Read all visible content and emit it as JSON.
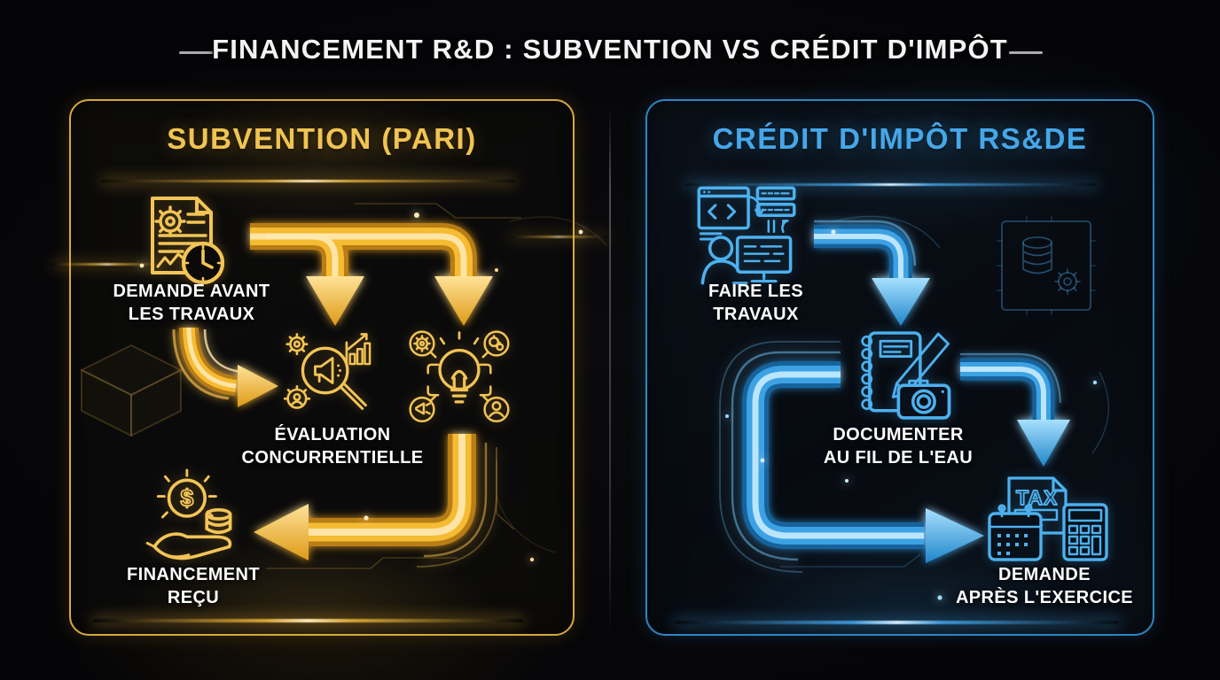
{
  "title": "FINANCEMENT R&D : SUBVENTION VS CRÉDIT D'IMPÔT",
  "colors": {
    "gold_accent": "#F2C14E",
    "gold_arrow": "#F5BB33",
    "blue_accent": "#45A6E8",
    "blue_arrow": "#3EA2E4",
    "background": "#060608",
    "text_white": "#F5F5F5"
  },
  "left_panel": {
    "title": "SUBVENTION (PARI)",
    "theme": "gold",
    "steps": [
      {
        "id": "demande-avant",
        "line1": "DEMANDE AVANT",
        "line2": "LES TRAVAUX",
        "icon": "document-gear-clock-icon"
      },
      {
        "id": "evaluation",
        "line1": "ÉVALUATION",
        "line2": "CONCURRENTIELLE",
        "icon": "magnifier-megaphone-icon",
        "icon2": "lightbulb-network-icon"
      },
      {
        "id": "financement",
        "line1": "FINANCEMENT",
        "line2": "REÇU",
        "icon": "hand-coins-icon",
        "icon_text": "$"
      }
    ]
  },
  "right_panel": {
    "title": "CRÉDIT D'IMPÔT RS&DE",
    "theme": "blue",
    "steps": [
      {
        "id": "faire-travaux",
        "line1": "FAIRE LES",
        "line2": "TRAVAUX",
        "icon": "developer-workstation-icon"
      },
      {
        "id": "documenter",
        "line1": "DOCUMENTER",
        "line2": "AU FIL DE L'EAU",
        "icon": "notebook-pen-camera-icon"
      },
      {
        "id": "demande-apres",
        "line1": "DEMANDE",
        "line2": "APRÈS L'EXERCICE",
        "icon": "tax-calculator-icon",
        "icon_text": "TAX"
      }
    ]
  }
}
